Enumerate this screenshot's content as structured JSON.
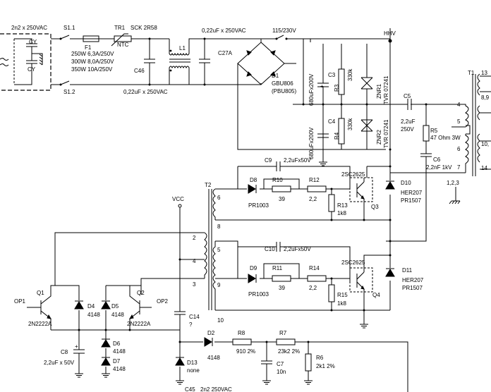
{
  "labels": {
    "cy_rating": "2n2 x 250VAC",
    "cy1": "CY",
    "cy2": "CY",
    "s11": "S1.1",
    "s12": "S1.2",
    "f1": "F1",
    "fuse_rating1": "250W 6,3A/250V",
    "fuse_rating2": "300W 8,0A/250V",
    "fuse_rating3": "350W 10A/250V",
    "tr1": "TR1",
    "sck": "SCK 2R58",
    "ntc": "NTC",
    "c46": "C46",
    "c46_val": "0,22uF x 250VAC",
    "l1": "L1",
    "c27_val": "0,22uF x 250VAC",
    "c27": "C27A",
    "mains_sel": "115/230V",
    "hhv": "HHV",
    "d1": "D1",
    "gbu": "GBU806",
    "pbu": "(PBU805)",
    "c3": "C3",
    "c3_val": "680uFx200V",
    "r3": "R3",
    "r3_val": "330k",
    "znr1": "ZNR1",
    "tvr1": "TVR 07241",
    "c4": "C4",
    "c4_val": "680uFx200V",
    "r4": "R4",
    "r4_val": "330k",
    "znr2": "ZNR2",
    "tvr2": "TVR 07241",
    "c5": "C5",
    "c5_val1": "2,2uF",
    "c5_val2": "250V",
    "r5": "R5",
    "r5_val": "47 Ohm 3W",
    "c6": "C6",
    "c6_val": "2,2nF 1kV",
    "t1": "T1",
    "t1_p4": "4",
    "t1_p5": "5",
    "t1_p6": "6",
    "t1_p7": "7",
    "t1_p13": "13",
    "t1_p89": "8,9",
    "t1_p10": "10,",
    "t1_p14": "14",
    "t1_gnd": "1,2,3",
    "c9": "C9",
    "c9_val": "2,2uFx50V",
    "q_type1": "2SC2625",
    "d10": "D10",
    "d10_val1": "HER207",
    "d10_val2": "PR1507",
    "t2": "T2",
    "t2_p6": "6",
    "t2_p8": "8",
    "t2_p5": "5",
    "t2_p9": "9",
    "t2_p10": "10",
    "t2_p2": "2",
    "t2_p4": "4",
    "t2_p3": "3",
    "d8": "D8",
    "d8_val": "PR1003",
    "r10": "R10",
    "r10_val": "39",
    "r12": "R12",
    "r12_val": "2,2",
    "r13": "R13",
    "r13_val": "1k8",
    "q3": "Q3",
    "vcc": "VCC",
    "c10": "C10",
    "c10_val": "2,2uFx50V",
    "q_type2": "2SC2625",
    "d11": "D11",
    "d11_val1": "HER207",
    "d11_val2": "PR1507",
    "d9": "D9",
    "d9_val": "PR1003",
    "r11": "R11",
    "r11_val": "39",
    "r14": "R14",
    "r14_val": "2,2",
    "r15": "R15",
    "r15_val": "1k8",
    "q4": "Q4",
    "op1": "OP1",
    "q1": "Q1",
    "q1_val": "2N2222A",
    "d4": "D4",
    "d4_val": "4148",
    "d5": "D5",
    "d5_val": "4148",
    "q2": "Q2",
    "op2": "OP2",
    "q2_val": "2N2222A",
    "c14": "C14",
    "c14_val": "?",
    "c8": "C8",
    "c8_val": "2,2uF x 50V",
    "d6": "D6",
    "d6_val": "4148",
    "d7": "D7",
    "d7_val": "4148",
    "d2": "D2",
    "d2_val": "4148",
    "r8": "R8",
    "r8_val": "910  2%",
    "r7": "R7",
    "r7_val": "23k2  2%",
    "c7": "C7",
    "c7_val": "10n",
    "r6": "R6",
    "r6_val": "2k1  2%",
    "d13": "D13",
    "d13_val": "none",
    "c45": "C45",
    "c45_val": "2n2 250VAC"
  }
}
